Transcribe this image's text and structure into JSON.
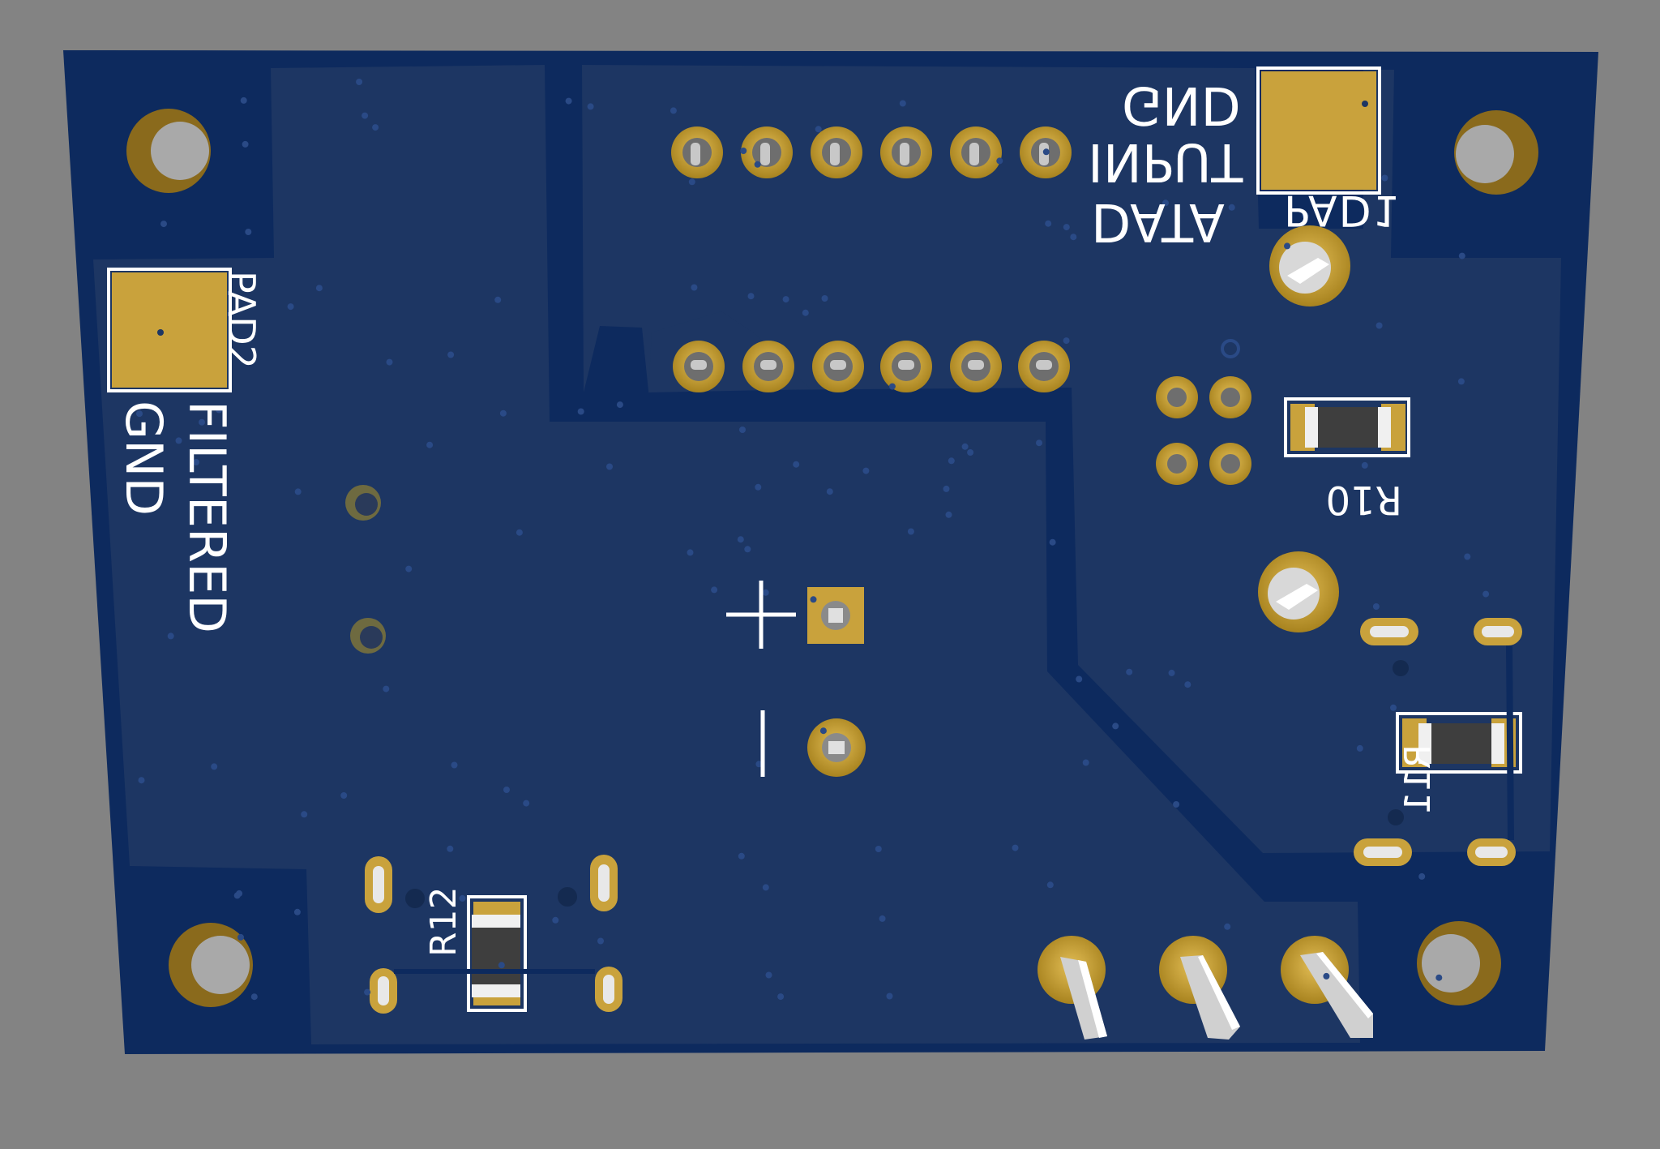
{
  "colors": {
    "background": "#838383",
    "substrate": "#0d2a5e",
    "copper_pour": "#1d3663",
    "gold": "#c9a23c",
    "gold_dark": "#8a6a1c",
    "silkscreen": "#ffffff",
    "hole": "#a9a9a9"
  },
  "silkscreen": {
    "pad1_ref": "PAD1",
    "pad1_label_line1": "GND",
    "pad1_label_line2": "INPUT",
    "pad1_label_line3": "DATA",
    "pad2_ref": "PAD2",
    "pad2_label_line1": "FILTERED",
    "pad2_label_line2": "GND",
    "r10_ref": "R10",
    "r11_ref": "R11",
    "r12_ref": "R12",
    "plus_symbol": "+",
    "minus_symbol": "|"
  },
  "icons": {
    "mounting_hole": "mounting-hole-icon",
    "through_hole_pad": "through-hole-pad-icon",
    "smd_resistor": "smd-resistor-icon"
  }
}
